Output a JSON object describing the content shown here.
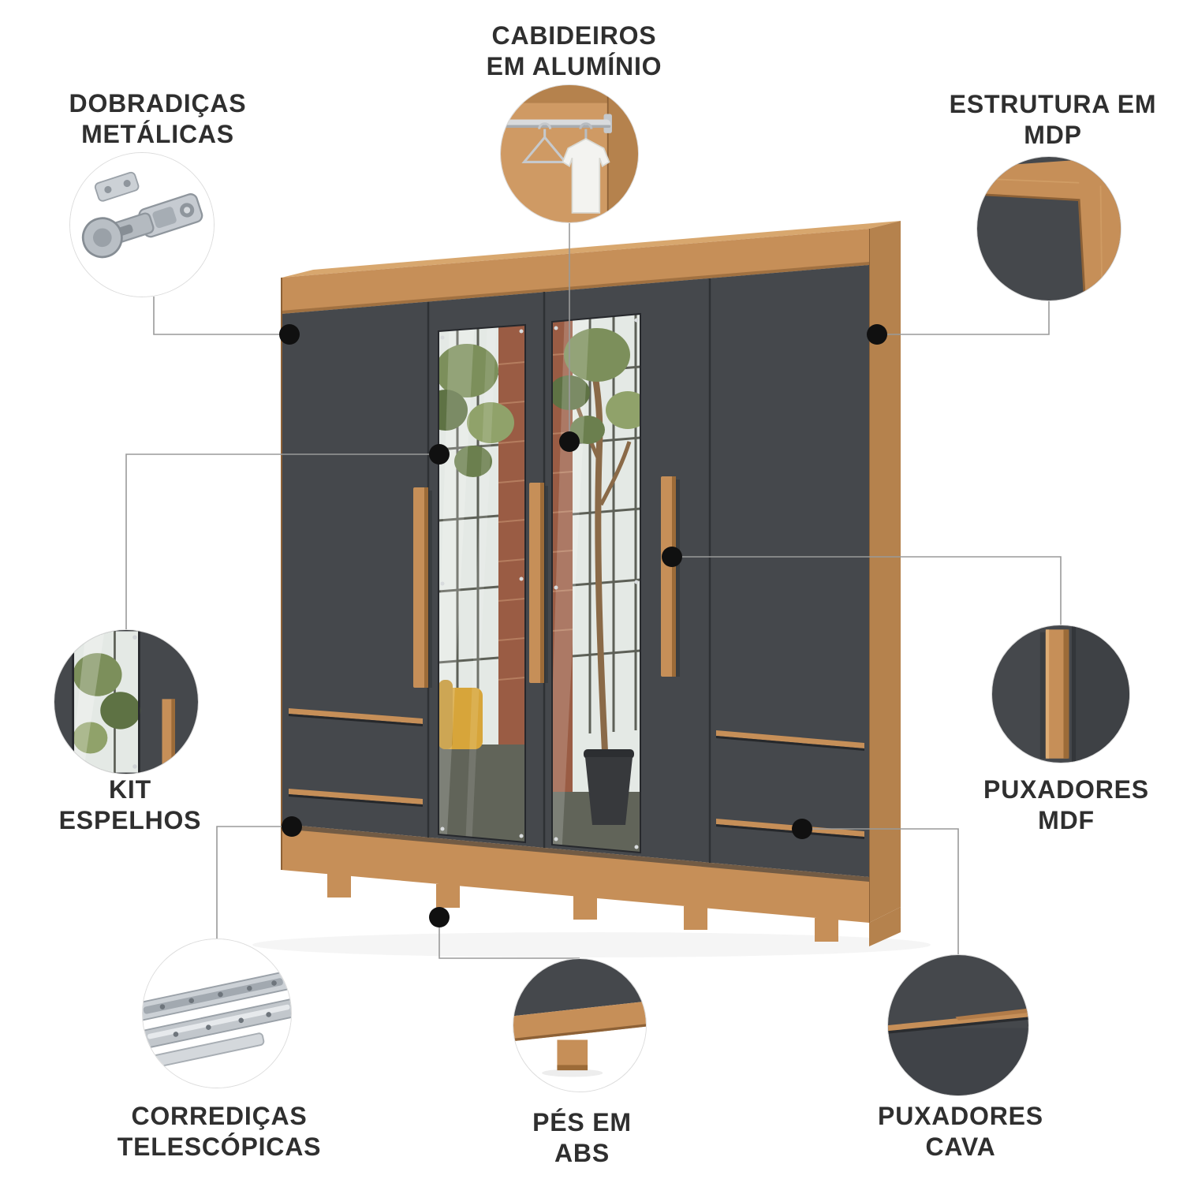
{
  "colors": {
    "background": "#ffffff",
    "wood": "#c68f58",
    "woodDark": "#9c6b38",
    "woodLight": "#d8a76e",
    "woodSide": "#b5824d",
    "door": "#45484c",
    "doorDark": "#2e3134",
    "connector": "#9a9a9a",
    "dot": "#101010",
    "label": "#2f2f2f",
    "metal": "#c3c8cd",
    "mirror": "#e4e9e5",
    "brick": "#9a5c44",
    "foliage": "#7c8f5b"
  },
  "features": [
    {
      "id": "dobradicas-metalicas",
      "lines": [
        "DOBRADIÇAS",
        "METÁLICAS"
      ]
    },
    {
      "id": "cabideiros-aluminio",
      "lines": [
        "CABIDEIROS",
        "EM ALUMÍNIO"
      ]
    },
    {
      "id": "estrutura-mdp",
      "lines": [
        "ESTRUTURA EM",
        "MDP"
      ]
    },
    {
      "id": "kit-espelhos",
      "lines": [
        "KIT",
        "ESPELHOS"
      ]
    },
    {
      "id": "puxadores-mdf",
      "lines": [
        "PUXADORES",
        "MDF"
      ]
    },
    {
      "id": "corredicas-telescopicas",
      "lines": [
        "CORREDIÇAS",
        "TELESCÓPICAS"
      ]
    },
    {
      "id": "pes-abs",
      "lines": [
        "PÉS EM",
        "ABS"
      ]
    },
    {
      "id": "puxadores-cava",
      "lines": [
        "PUXADORES",
        "CAVA"
      ]
    }
  ]
}
